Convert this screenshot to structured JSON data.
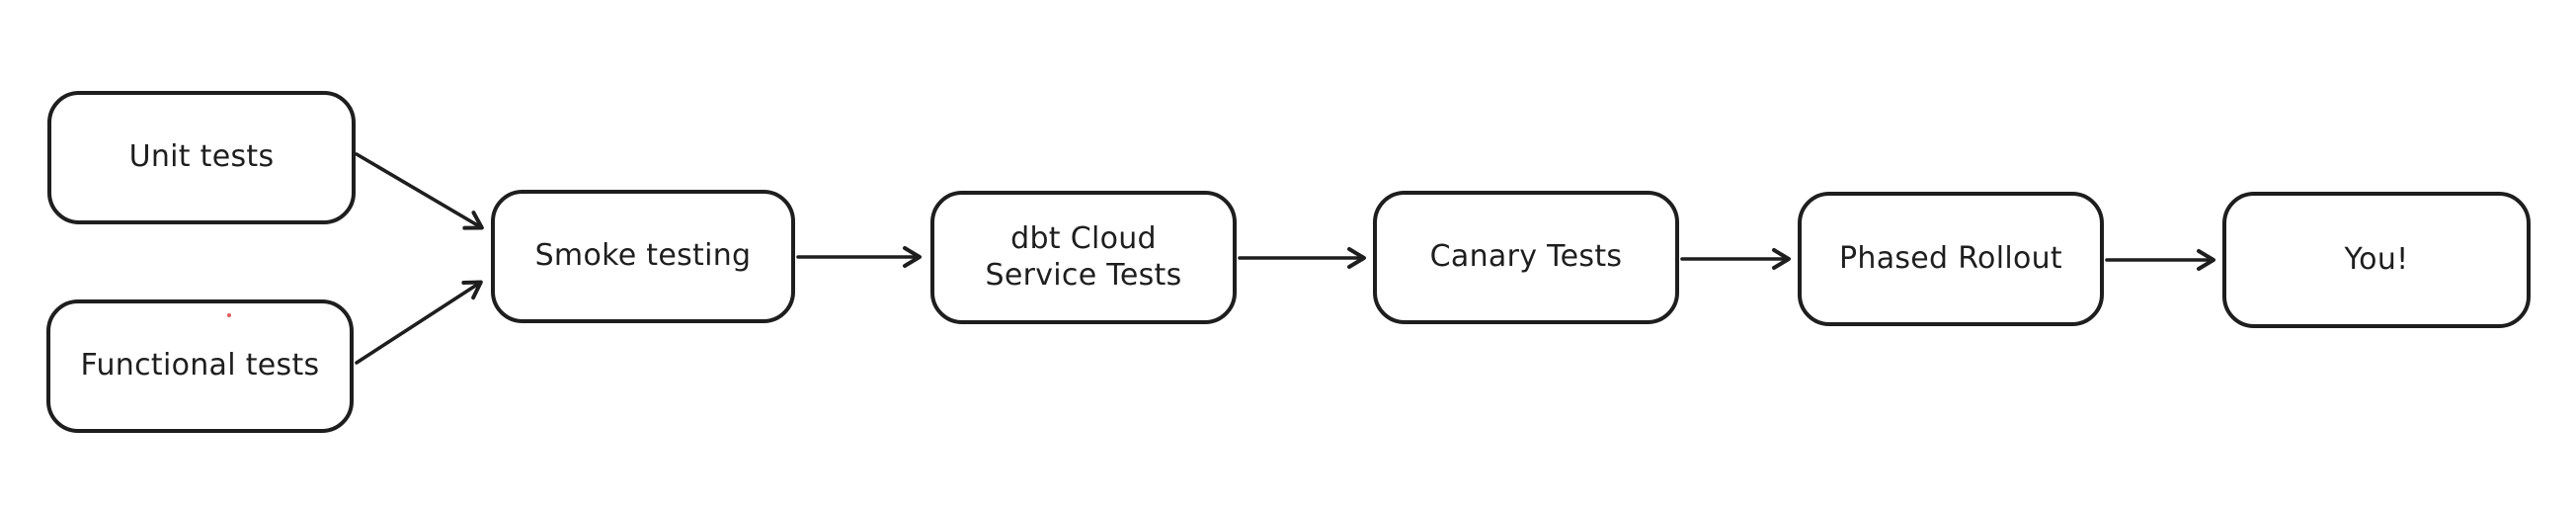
{
  "diagram": {
    "title": "Release testing pipeline flowchart",
    "background_color": "#ffffff",
    "stroke_color": "#1e1e1e",
    "text_color": "#1e1e1e",
    "nodes": [
      {
        "id": "unit-tests",
        "label": "Unit tests"
      },
      {
        "id": "functional-tests",
        "label": "Functional tests"
      },
      {
        "id": "smoke-testing",
        "label": "Smoke testing"
      },
      {
        "id": "dbt-cloud-service-tests",
        "label": "dbt Cloud\nService Tests"
      },
      {
        "id": "canary-tests",
        "label": "Canary Tests"
      },
      {
        "id": "phased-rollout",
        "label": "Phased Rollout"
      },
      {
        "id": "you",
        "label": "You!"
      }
    ],
    "edges": [
      {
        "from": "unit-tests",
        "to": "smoke-testing"
      },
      {
        "from": "functional-tests",
        "to": "smoke-testing"
      },
      {
        "from": "smoke-testing",
        "to": "dbt-cloud-service-tests"
      },
      {
        "from": "dbt-cloud-service-tests",
        "to": "canary-tests"
      },
      {
        "from": "canary-tests",
        "to": "phased-rollout"
      },
      {
        "from": "phased-rollout",
        "to": "you"
      }
    ]
  }
}
